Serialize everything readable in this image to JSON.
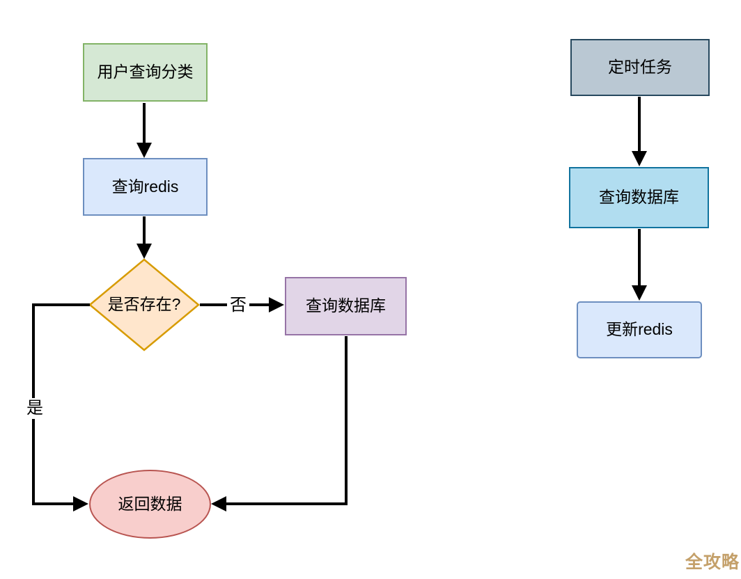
{
  "canvas": {
    "background": "#ffffff",
    "connector_color": "#000000"
  },
  "left_flow": {
    "nodes": {
      "user_query": {
        "label": "用户查询分类",
        "shape": "rectangle",
        "fill": "#d5e8d4",
        "stroke": "#82b366"
      },
      "query_redis": {
        "label": "查询redis",
        "shape": "rectangle",
        "fill": "#dae8fc",
        "stroke": "#6c8ebf"
      },
      "exists_decision": {
        "label": "是否存在?",
        "shape": "diamond",
        "fill": "#ffe6cc",
        "stroke": "#d79b00"
      },
      "query_database": {
        "label": "查询数据库",
        "shape": "rectangle",
        "fill": "#e1d5e7",
        "stroke": "#9673a6"
      },
      "return_data": {
        "label": "返回数据",
        "shape": "ellipse",
        "fill": "#f8cecc",
        "stroke": "#b85450"
      }
    },
    "edge_labels": {
      "no": "否",
      "yes": "是"
    }
  },
  "right_flow": {
    "nodes": {
      "timed_task": {
        "label": "定时任务",
        "shape": "rectangle",
        "fill": "#bac8d3",
        "stroke": "#26485e"
      },
      "query_database": {
        "label": "查询数据库",
        "shape": "rectangle",
        "fill": "#b1ddf0",
        "stroke": "#10739e"
      },
      "update_redis": {
        "label": "更新redis",
        "shape": "rounded-rectangle",
        "fill": "#dae8fc",
        "stroke": "#6c8ebf"
      }
    }
  },
  "watermark": {
    "text": "全攻略",
    "color": "#c4a06a"
  }
}
